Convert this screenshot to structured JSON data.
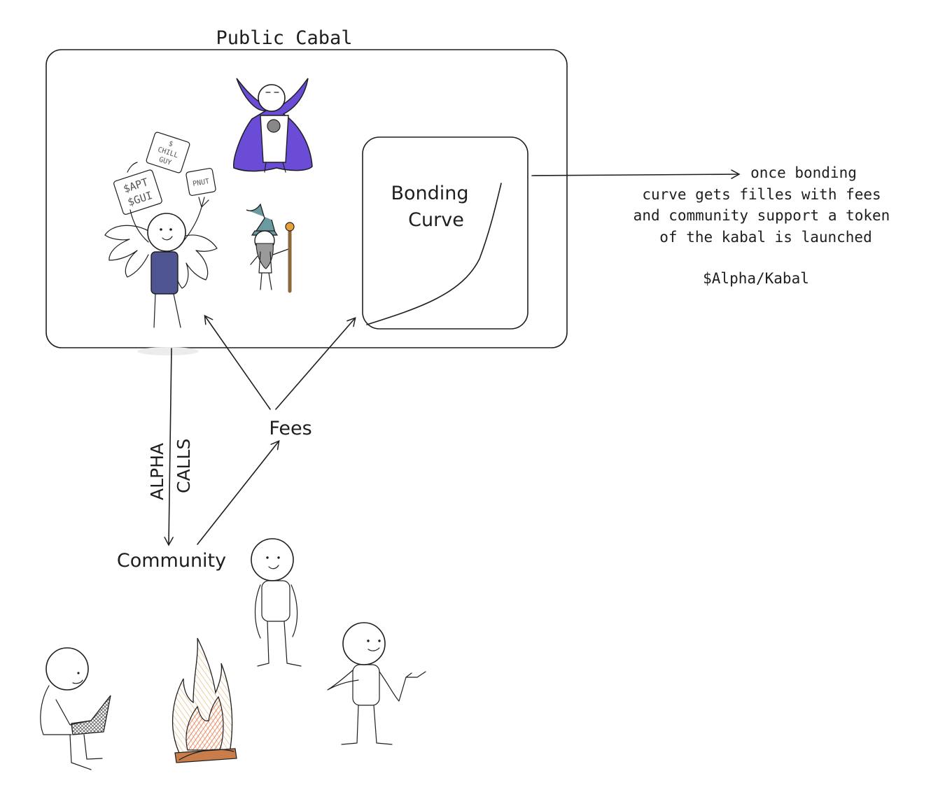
{
  "diagram": {
    "title": "Public Cabal",
    "bonding_curve_label": [
      "Bonding",
      "Curve"
    ],
    "note_lines": [
      "once bonding",
      "curve gets filles with fees",
      "and community support a token",
      "of the kabal is launched"
    ],
    "token_name": "$Alpha/Kabal",
    "fees_label": "Fees",
    "community_label": "Community",
    "alpha_calls_label": [
      "ALPHA",
      "CALLS"
    ],
    "sign_chill_guy": [
      "$",
      "CHILL",
      "GUY"
    ],
    "sign_apt_gui": [
      "$APT",
      "$GUI"
    ],
    "sign_pnut": "PNUT"
  },
  "colors": {
    "ink": "#1e1e1e",
    "vampire_cape": "#6a4cd6",
    "angel_shirt": "#4e5590",
    "wizard_hat": "#6b9aa0",
    "staff_orb": "#e8a13a",
    "staff": "#8a6a3c",
    "fire_outer": "#f3c98a",
    "fire_inner": "#e8663a",
    "logs": "#c87d4a"
  }
}
